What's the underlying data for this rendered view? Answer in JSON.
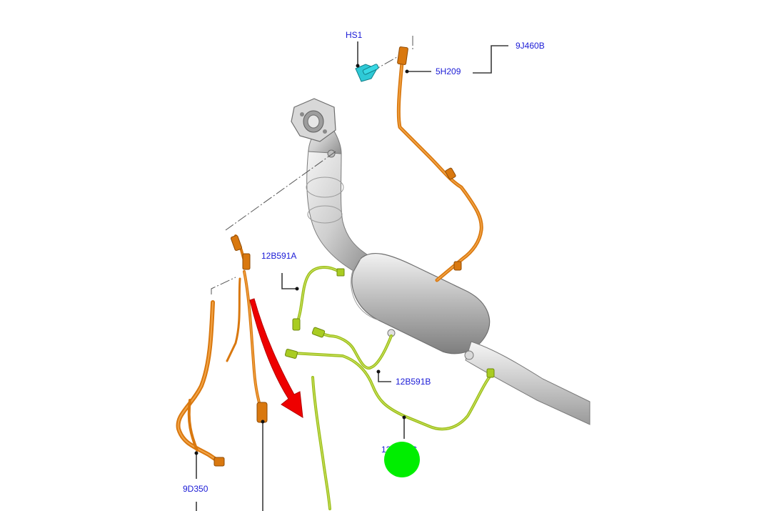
{
  "callouts": {
    "hs1": "HS1",
    "p9j460b": "9J460B",
    "p5h209": "5H209",
    "p12b591a": "12B591A",
    "p12b591b": "12B591B",
    "p12b591c": "12B591C",
    "p9d350": "9D350"
  },
  "colors": {
    "callout_text": "#1a1ad6",
    "oxygen_sensor_wiring": "#d9780f",
    "temperature_sensor_wiring": "#9cbf1c",
    "bolt": "#2ec9d6",
    "direction_arrow": "#ee0000",
    "marker": "#00ee00"
  }
}
